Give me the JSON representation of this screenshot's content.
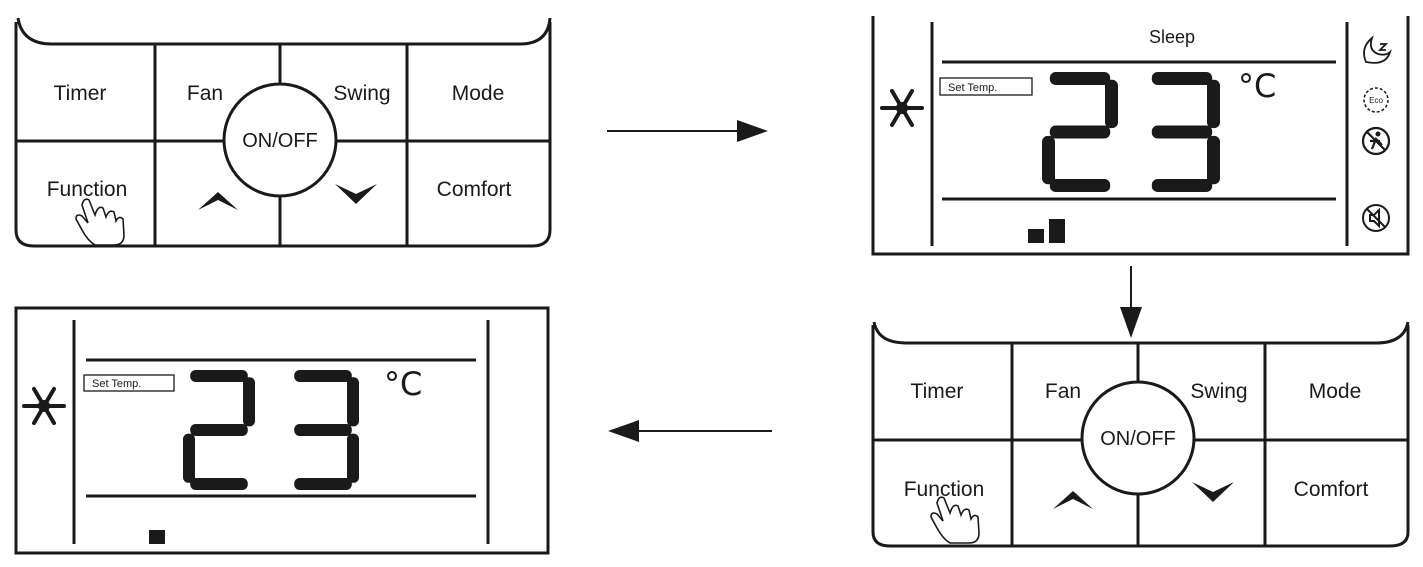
{
  "remote": {
    "buttons": {
      "timer": "Timer",
      "fan": "Fan",
      "swing": "Swing",
      "mode": "Mode",
      "function": "Function",
      "comfort": "Comfort",
      "onoff": "ON/OFF"
    },
    "up_arrow_icon": "chevron-up-icon",
    "down_arrow_icon": "chevron-down-icon",
    "pressed_hint_icon": "hand-pointer-icon"
  },
  "display_sleep": {
    "top_label": "Sleep",
    "set_temp_label": "Set Temp.",
    "temperature": "23",
    "unit": "°C",
    "mode_icon": "snowflake-icon",
    "side_icons": [
      "sleep-moon-icon",
      "eco-icon",
      "no-person-icon",
      "no-sound-icon"
    ],
    "eco_label": "Eco",
    "fan_level": 2
  },
  "display_plain": {
    "set_temp_label": "Set Temp.",
    "temperature": "23",
    "unit": "°C",
    "mode_icon": "snowflake-icon",
    "fan_level": 1
  },
  "flow_arrows": [
    "arrow-right-icon",
    "arrow-down-icon",
    "arrow-left-icon"
  ],
  "colors": {
    "ink": "#1a1a1a",
    "background": "#ffffff"
  }
}
